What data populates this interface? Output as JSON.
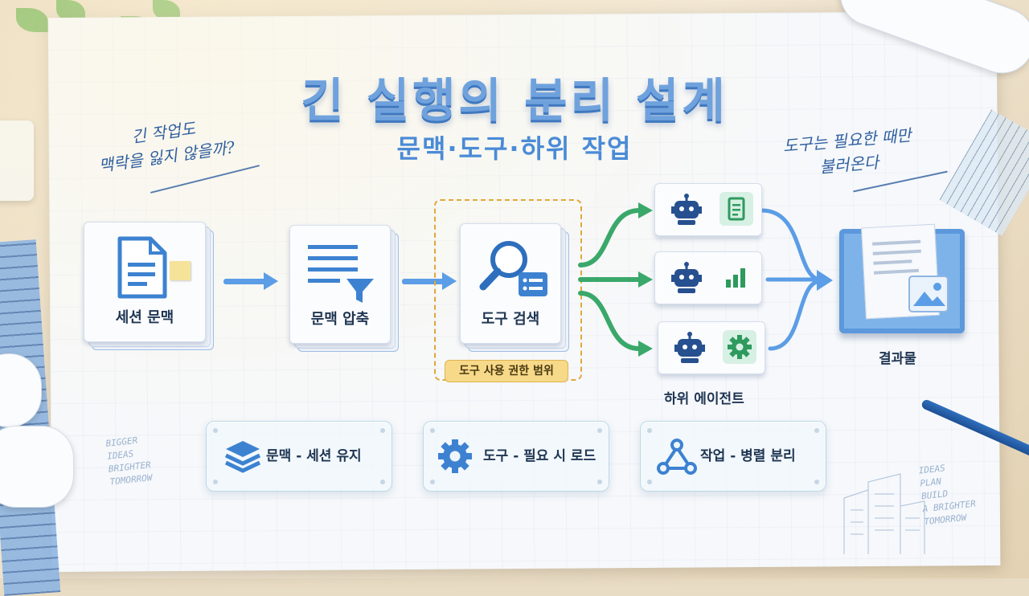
{
  "title": "긴 실행의 분리 설계",
  "subtitle": "문맥·도구·하위 작업",
  "note_left": [
    "긴 작업도",
    "맥락을 잃지 않을까?"
  ],
  "note_right": [
    "도구는 필요한 때만",
    "불러온다"
  ],
  "flow": {
    "session_context": "세션 문맥",
    "context_compression": "문맥 압축",
    "tool_search": "도구 검색",
    "tool_scope_badge": "도구 사용 권한 범위",
    "sub_agents_label": "하위 에이전트",
    "result_label": "결과물"
  },
  "sub_agents": [
    {
      "tile_icon": "document-icon"
    },
    {
      "tile_icon": "bar-chart-icon"
    },
    {
      "tile_icon": "gear-icon"
    }
  ],
  "principles": [
    {
      "icon": "layers-icon",
      "label": "문맥 - 세션 유지"
    },
    {
      "icon": "gear-icon",
      "label": "도구 - 필요 시 로드"
    },
    {
      "icon": "branch-icon",
      "label": "작업 - 병렬 분리"
    }
  ],
  "deco_left": [
    "BIGGER",
    "IDEAS",
    "BRIGHTER",
    "TOMORROW"
  ],
  "deco_right": [
    "IDEAS",
    "PLAN",
    "BUILD",
    "A BRIGHTER",
    "TOMORROW"
  ],
  "colors": {
    "title": "#6fa2dd",
    "subtitle": "#4a8bd6",
    "flow_arrow": "#5b9de6",
    "agent_arrow": "#3aa86a",
    "scope_dash": "#e2a73b",
    "badge_fill": "#f7d98a",
    "icon_blue": "#3d82d1",
    "icon_green": "#2e9a5e"
  }
}
